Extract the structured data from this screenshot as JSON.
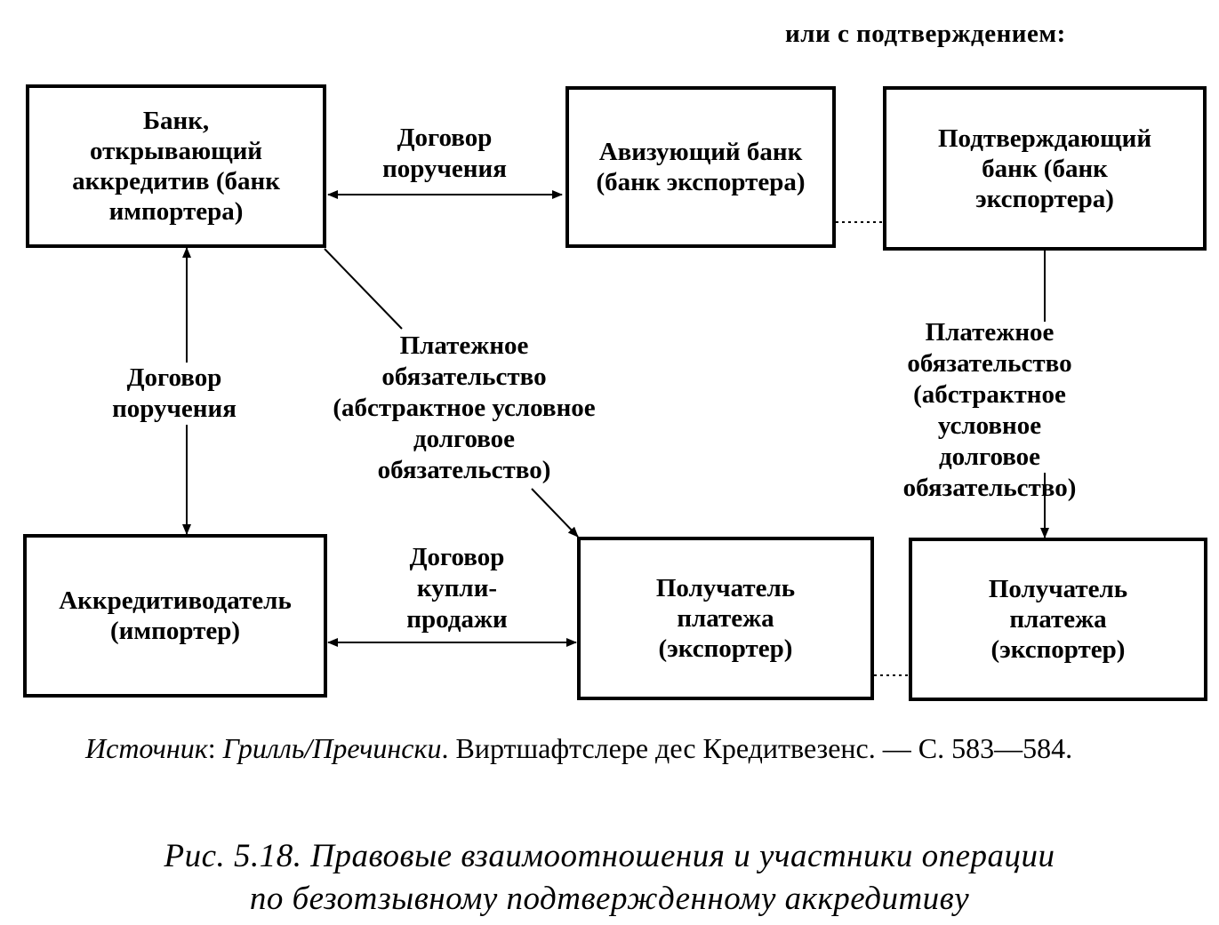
{
  "top_note": "или с подтверждением:",
  "boxes": {
    "issuing_bank": "Банк,\nоткрывающий\nаккредитив (банк\nимпортера)",
    "advising_bank": "Авизующий банк\n(банк экспортера)",
    "confirming_bank": "Подтверждающий\nбанк (банк\nэкспортера)",
    "applicant": "Аккредитиводатель\n(импортер)",
    "beneficiary_1": "Получатель\nплатежа\n(экспортер)",
    "beneficiary_2": "Получатель\nплатежа\n(экспортер)"
  },
  "labels": {
    "agency_top": "Договор\nпоручения",
    "agency_left": "Договор\nпоручения",
    "payment_obligation_center": "Платежное\nобязательство\n(абстрактное условное\nдолговое\nобязательство)",
    "payment_obligation_right": "Платежное\nобязательство\n(абстрактное условное\nдолговое\nобязательство)",
    "sale_contract": "Договор\nкупли-\nпродажи"
  },
  "source": {
    "prefix": "Источник",
    "colon": ": ",
    "authors": "Грилль/Пречински",
    "rest": ". Виртшафтслере дес Кредитвезенс. — С. 583—584."
  },
  "caption": "Рис. 5.18. Правовые взаимоотношения и участники операции\nпо безотзывному подтвержденному аккредитиву"
}
